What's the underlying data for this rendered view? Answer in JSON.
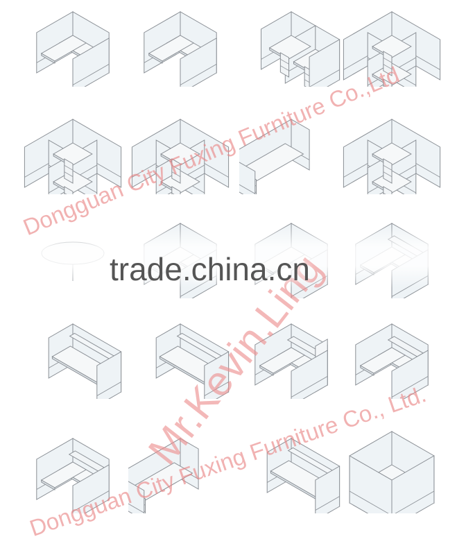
{
  "catalog": {
    "rows": [
      {
        "cells": [
          "l-cubicle",
          "l-cubicle-open",
          "double-cubicle",
          "cluster-4"
        ]
      },
      {
        "cells": [
          "cross-4",
          "cross-4-alt",
          "curved-bench",
          "ring-cluster"
        ]
      },
      {
        "cells": [
          "round-desk",
          "l-cubicle",
          "corner-cubicle",
          "overhead-cubicle"
        ]
      },
      {
        "cells": [
          "bench-cabinet",
          "bench-shelf",
          "storage-cubicle",
          "overhead-cubicle"
        ]
      },
      {
        "cells": [
          "l-cubicle-overhead",
          "long-bench",
          "bench-shelf",
          "glass-office"
        ]
      }
    ]
  },
  "watermarks": {
    "company_top": "Dongguan City Fuxing Furniture Co.,Ltd",
    "company_bottom": "Dongguan City Fuxing Furniture Co., Ltd.",
    "name": "Mr.Kevin.Ling",
    "site": "trade.china.cn"
  },
  "colors": {
    "line": "#8a8f95",
    "panel": "#eef3f6",
    "desk": "#f6f8f9",
    "watermark_red": "#e88282"
  }
}
